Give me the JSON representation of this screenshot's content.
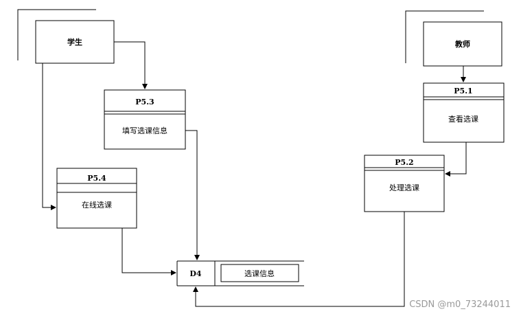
{
  "entities": {
    "student": {
      "label": "学生"
    },
    "teacher": {
      "label": "教师"
    }
  },
  "processes": {
    "p53": {
      "id": "P5.3",
      "label": "填写选课信息"
    },
    "p54": {
      "id": "P5.4",
      "label": "在线选课"
    },
    "p51": {
      "id": "P5.1",
      "label": "查看选课"
    },
    "p52": {
      "id": "P5.2",
      "label": "处理选课"
    }
  },
  "datastore": {
    "id": "D4",
    "label": "选课信息"
  },
  "watermark": "CSDN @m0_73244011"
}
